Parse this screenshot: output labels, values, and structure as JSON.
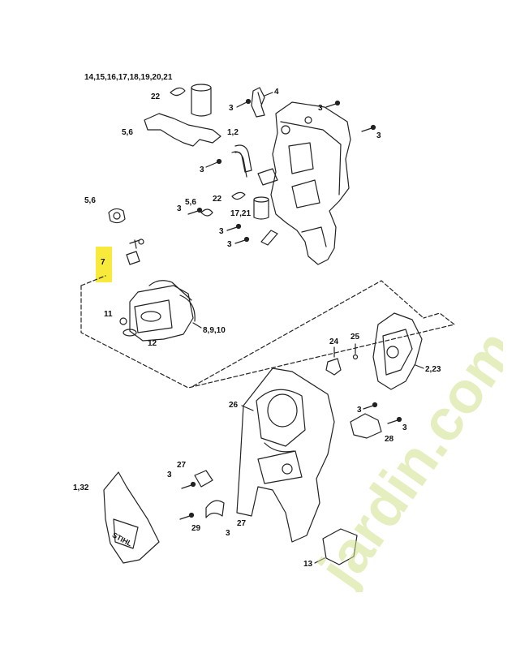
{
  "diagram": {
    "callouts": [
      {
        "id": "c-14-21",
        "text": "14,15,16,17,18,19,20,21"
      },
      {
        "id": "c-22a",
        "text": "22"
      },
      {
        "id": "c-4",
        "text": "4"
      },
      {
        "id": "c-3a",
        "text": "3"
      },
      {
        "id": "c-3b",
        "text": "3"
      },
      {
        "id": "c-3c",
        "text": "3"
      },
      {
        "id": "c-56a",
        "text": "5,6"
      },
      {
        "id": "c-12",
        "text": "1,2"
      },
      {
        "id": "c-3d",
        "text": "3"
      },
      {
        "id": "c-56b",
        "text": "5,6"
      },
      {
        "id": "c-56c",
        "text": "5,6"
      },
      {
        "id": "c-22b",
        "text": "22"
      },
      {
        "id": "c-3e",
        "text": "3"
      },
      {
        "id": "c-1721",
        "text": "17,21"
      },
      {
        "id": "c-3f",
        "text": "3"
      },
      {
        "id": "c-3g",
        "text": "3"
      },
      {
        "id": "c-7",
        "text": "7"
      },
      {
        "id": "c-11",
        "text": "11"
      },
      {
        "id": "c-8910",
        "text": "8,9,10"
      },
      {
        "id": "c-12b",
        "text": "12"
      },
      {
        "id": "c-24",
        "text": "24"
      },
      {
        "id": "c-25",
        "text": "25"
      },
      {
        "id": "c-223",
        "text": "2,23"
      },
      {
        "id": "c-26",
        "text": "26"
      },
      {
        "id": "c-3h",
        "text": "3"
      },
      {
        "id": "c-3i",
        "text": "3"
      },
      {
        "id": "c-28",
        "text": "28"
      },
      {
        "id": "c-27a",
        "text": "27"
      },
      {
        "id": "c-3j",
        "text": "3"
      },
      {
        "id": "c-132",
        "text": "1,32"
      },
      {
        "id": "c-29",
        "text": "29"
      },
      {
        "id": "c-3k",
        "text": "3"
      },
      {
        "id": "c-27b",
        "text": "27"
      },
      {
        "id": "c-13",
        "text": "13"
      }
    ],
    "brand_mark": "STIHL",
    "highlight_color": "#f7ea3a",
    "line_color": "#222222"
  },
  "watermark": {
    "text": "jardin.com",
    "colors": {
      "first": "#cfe08a",
      "second": "#d9cdb8"
    }
  }
}
